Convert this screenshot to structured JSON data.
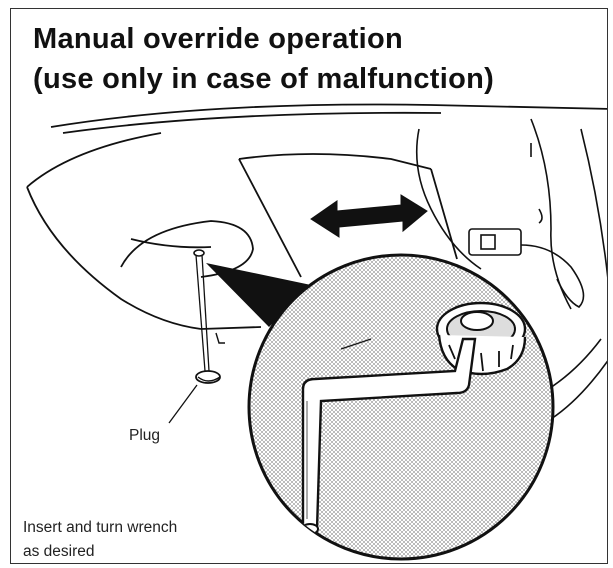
{
  "title": {
    "line1": "Manual override operation",
    "line2": "(use only in case of malfunction)"
  },
  "labels": {
    "plug": "Plug",
    "instruction_line1": "Insert and turn wrench",
    "instruction_line2": "as desired"
  },
  "icons": {
    "direction_arrow": "double-arrow-icon",
    "wrench": "allen-wrench-icon",
    "plug": "plug-icon"
  },
  "colors": {
    "ink": "#111111",
    "background": "#ffffff",
    "stipple": "#9a9a9a"
  }
}
